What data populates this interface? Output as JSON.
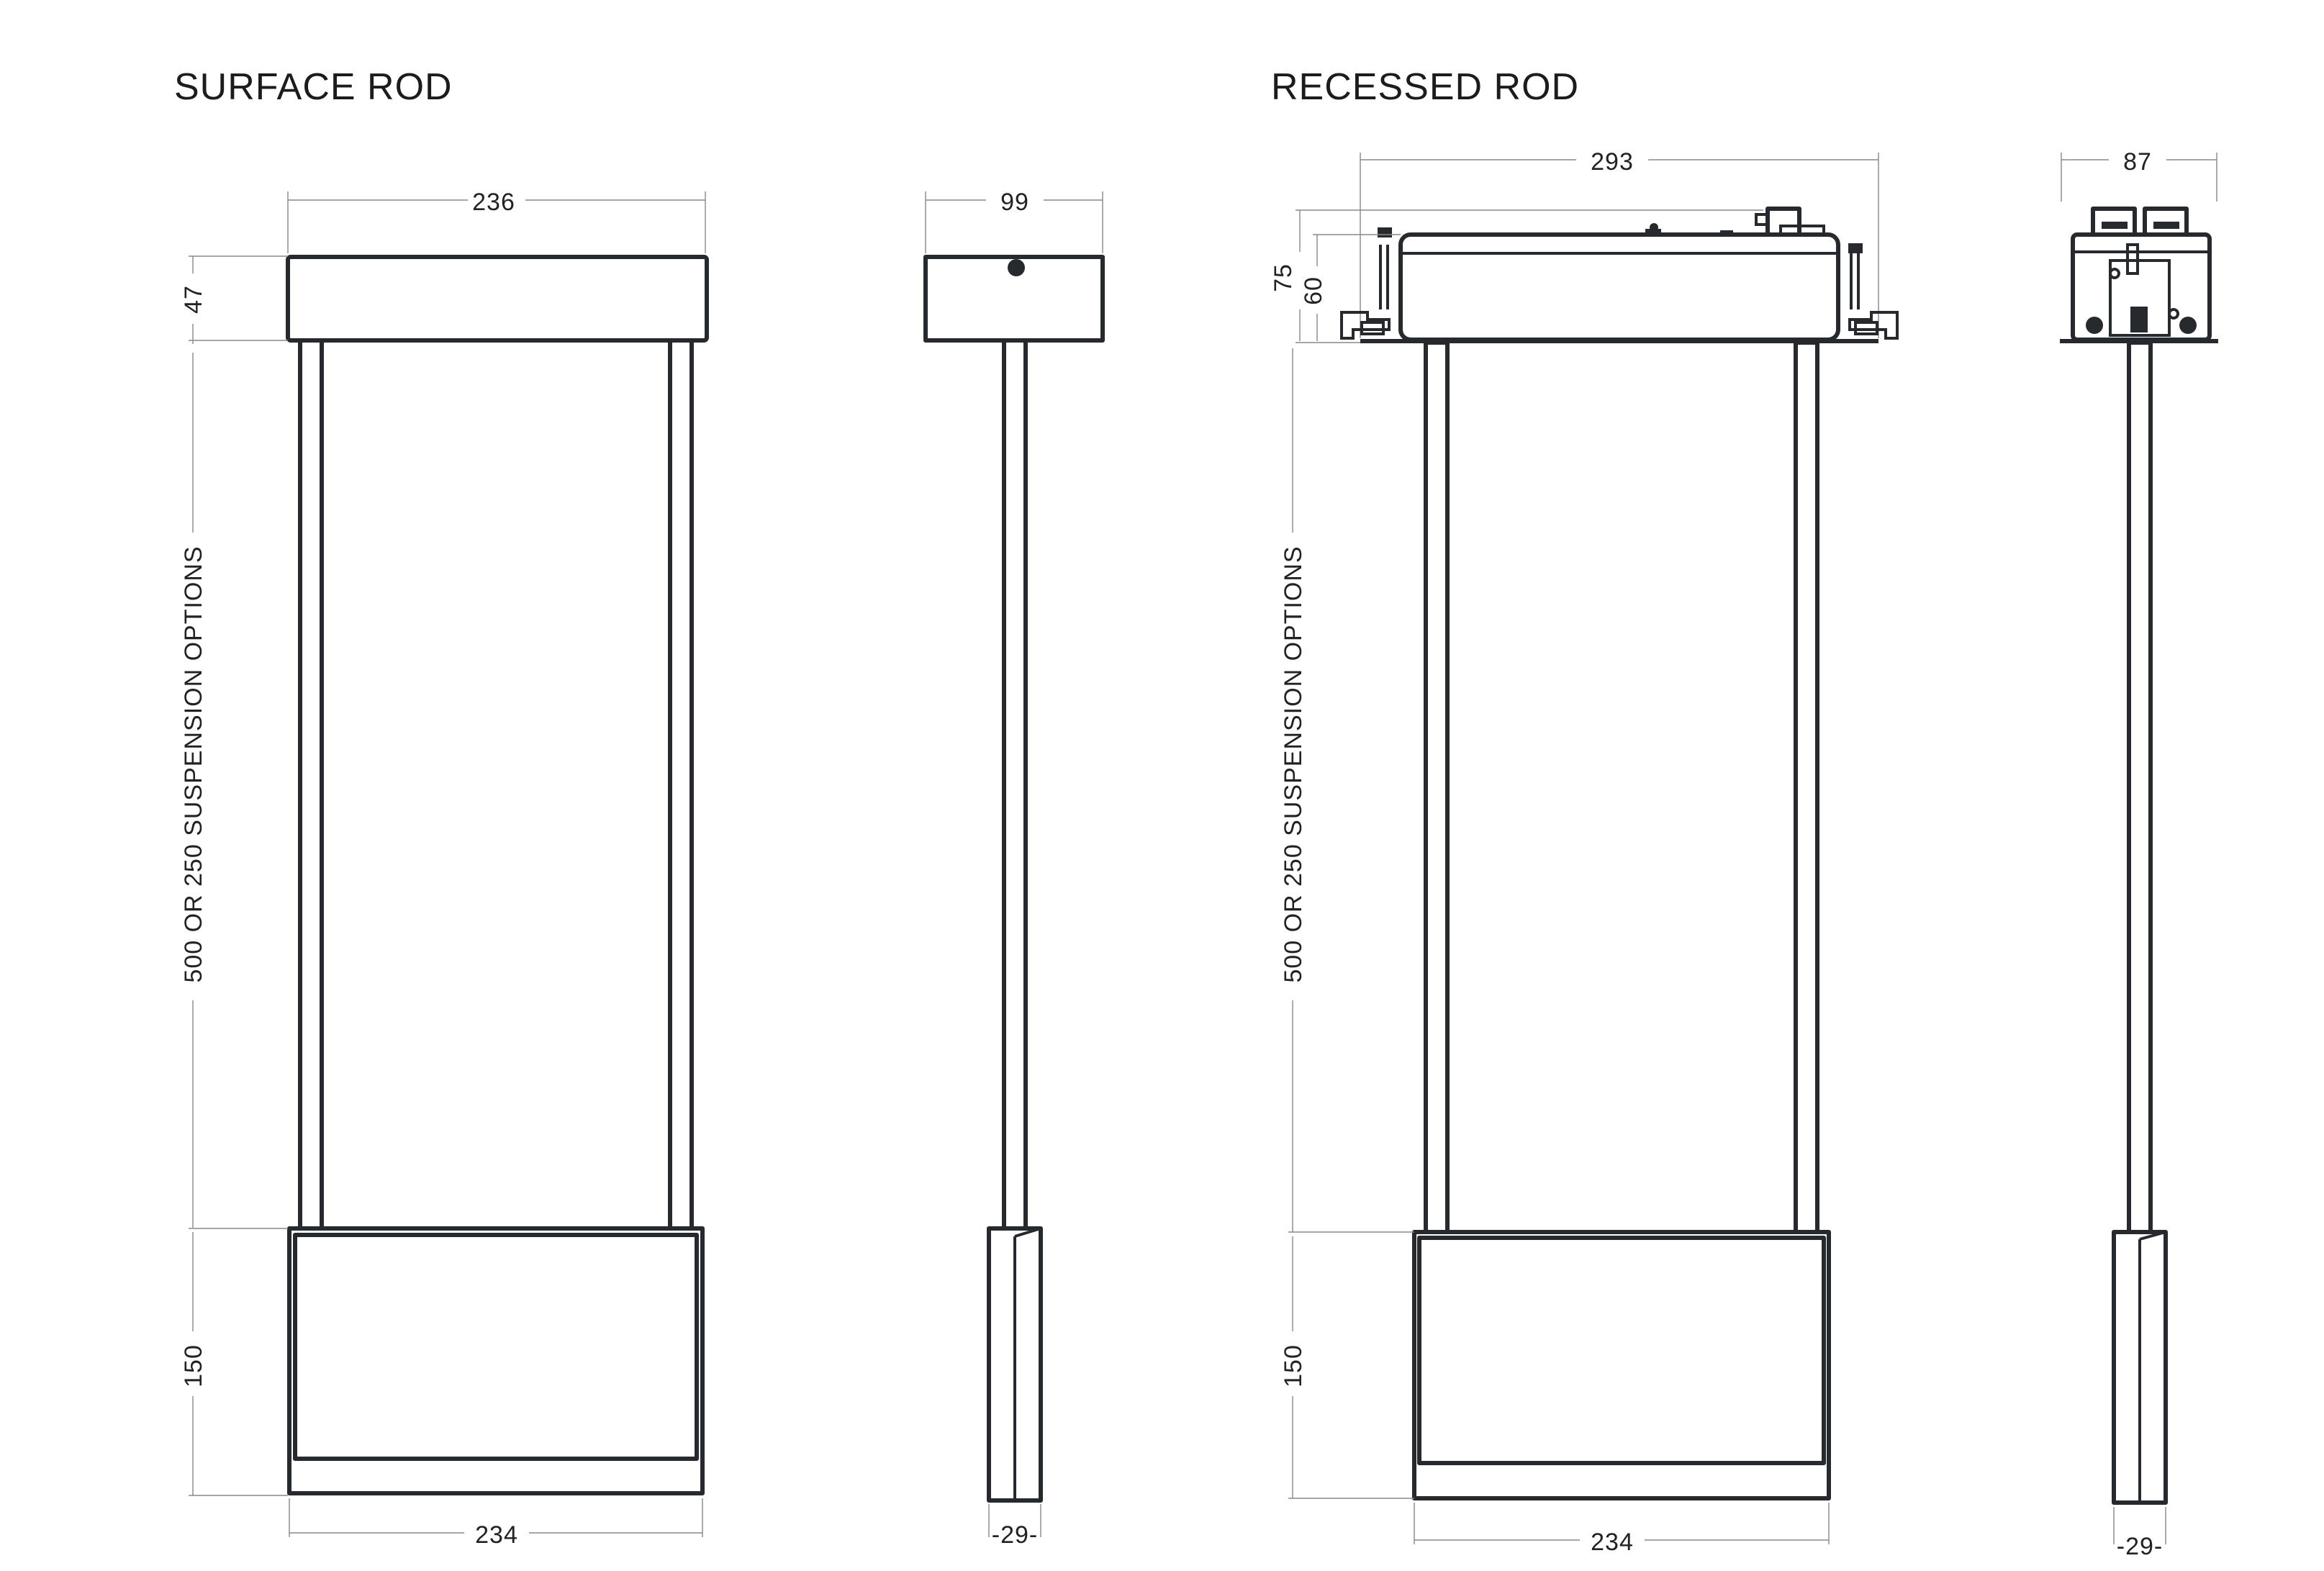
{
  "sections": [
    {
      "title": "SURFACE ROD",
      "front": {
        "top_width": "236",
        "canopy_height": "47",
        "suspension": "500 OR 250 SUSPENSION OPTIONS",
        "body_height": "150",
        "bottom_width": "234"
      },
      "side": {
        "top_width": "99",
        "bottom_width": "-29-"
      }
    },
    {
      "title": "RECESSED ROD",
      "front": {
        "top_width": "293",
        "outer_height": "75",
        "inner_height": "60",
        "suspension": "500 OR 250 SUSPENSION OPTIONS",
        "body_height": "150",
        "bottom_width": "234"
      },
      "side": {
        "top_width": "87",
        "bottom_width": "-29-"
      }
    }
  ]
}
